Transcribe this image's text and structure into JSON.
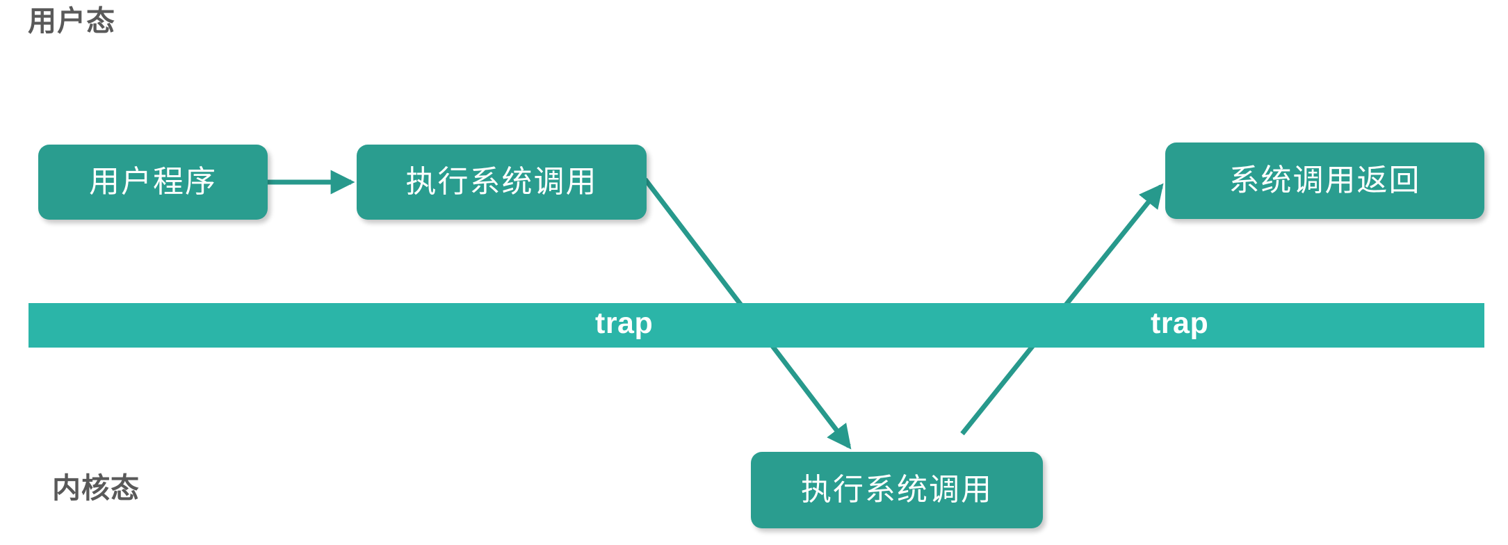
{
  "diagram": {
    "title_user_mode": "用户态",
    "title_kernel_mode": "内核态",
    "colors": {
      "box_fill": "#2a9d8f",
      "bar_fill": "#2bb5a8",
      "arrow": "#27998c",
      "box_text": "#ffffff",
      "label_text": "#595959",
      "background": "#ffffff"
    },
    "boundary": {
      "label_left": "trap",
      "label_right": "trap"
    },
    "nodes": {
      "user_program": "用户程序",
      "syscall_enter": "执行系统调用",
      "kernel_exec": "执行系统调用",
      "syscall_return": "系统调用返回"
    },
    "edges": [
      {
        "from": "user_program",
        "to": "syscall_enter",
        "label": ""
      },
      {
        "from": "syscall_enter",
        "to": "kernel_exec",
        "label": "trap"
      },
      {
        "from": "kernel_exec",
        "to": "syscall_return",
        "label": "trap"
      }
    ]
  }
}
